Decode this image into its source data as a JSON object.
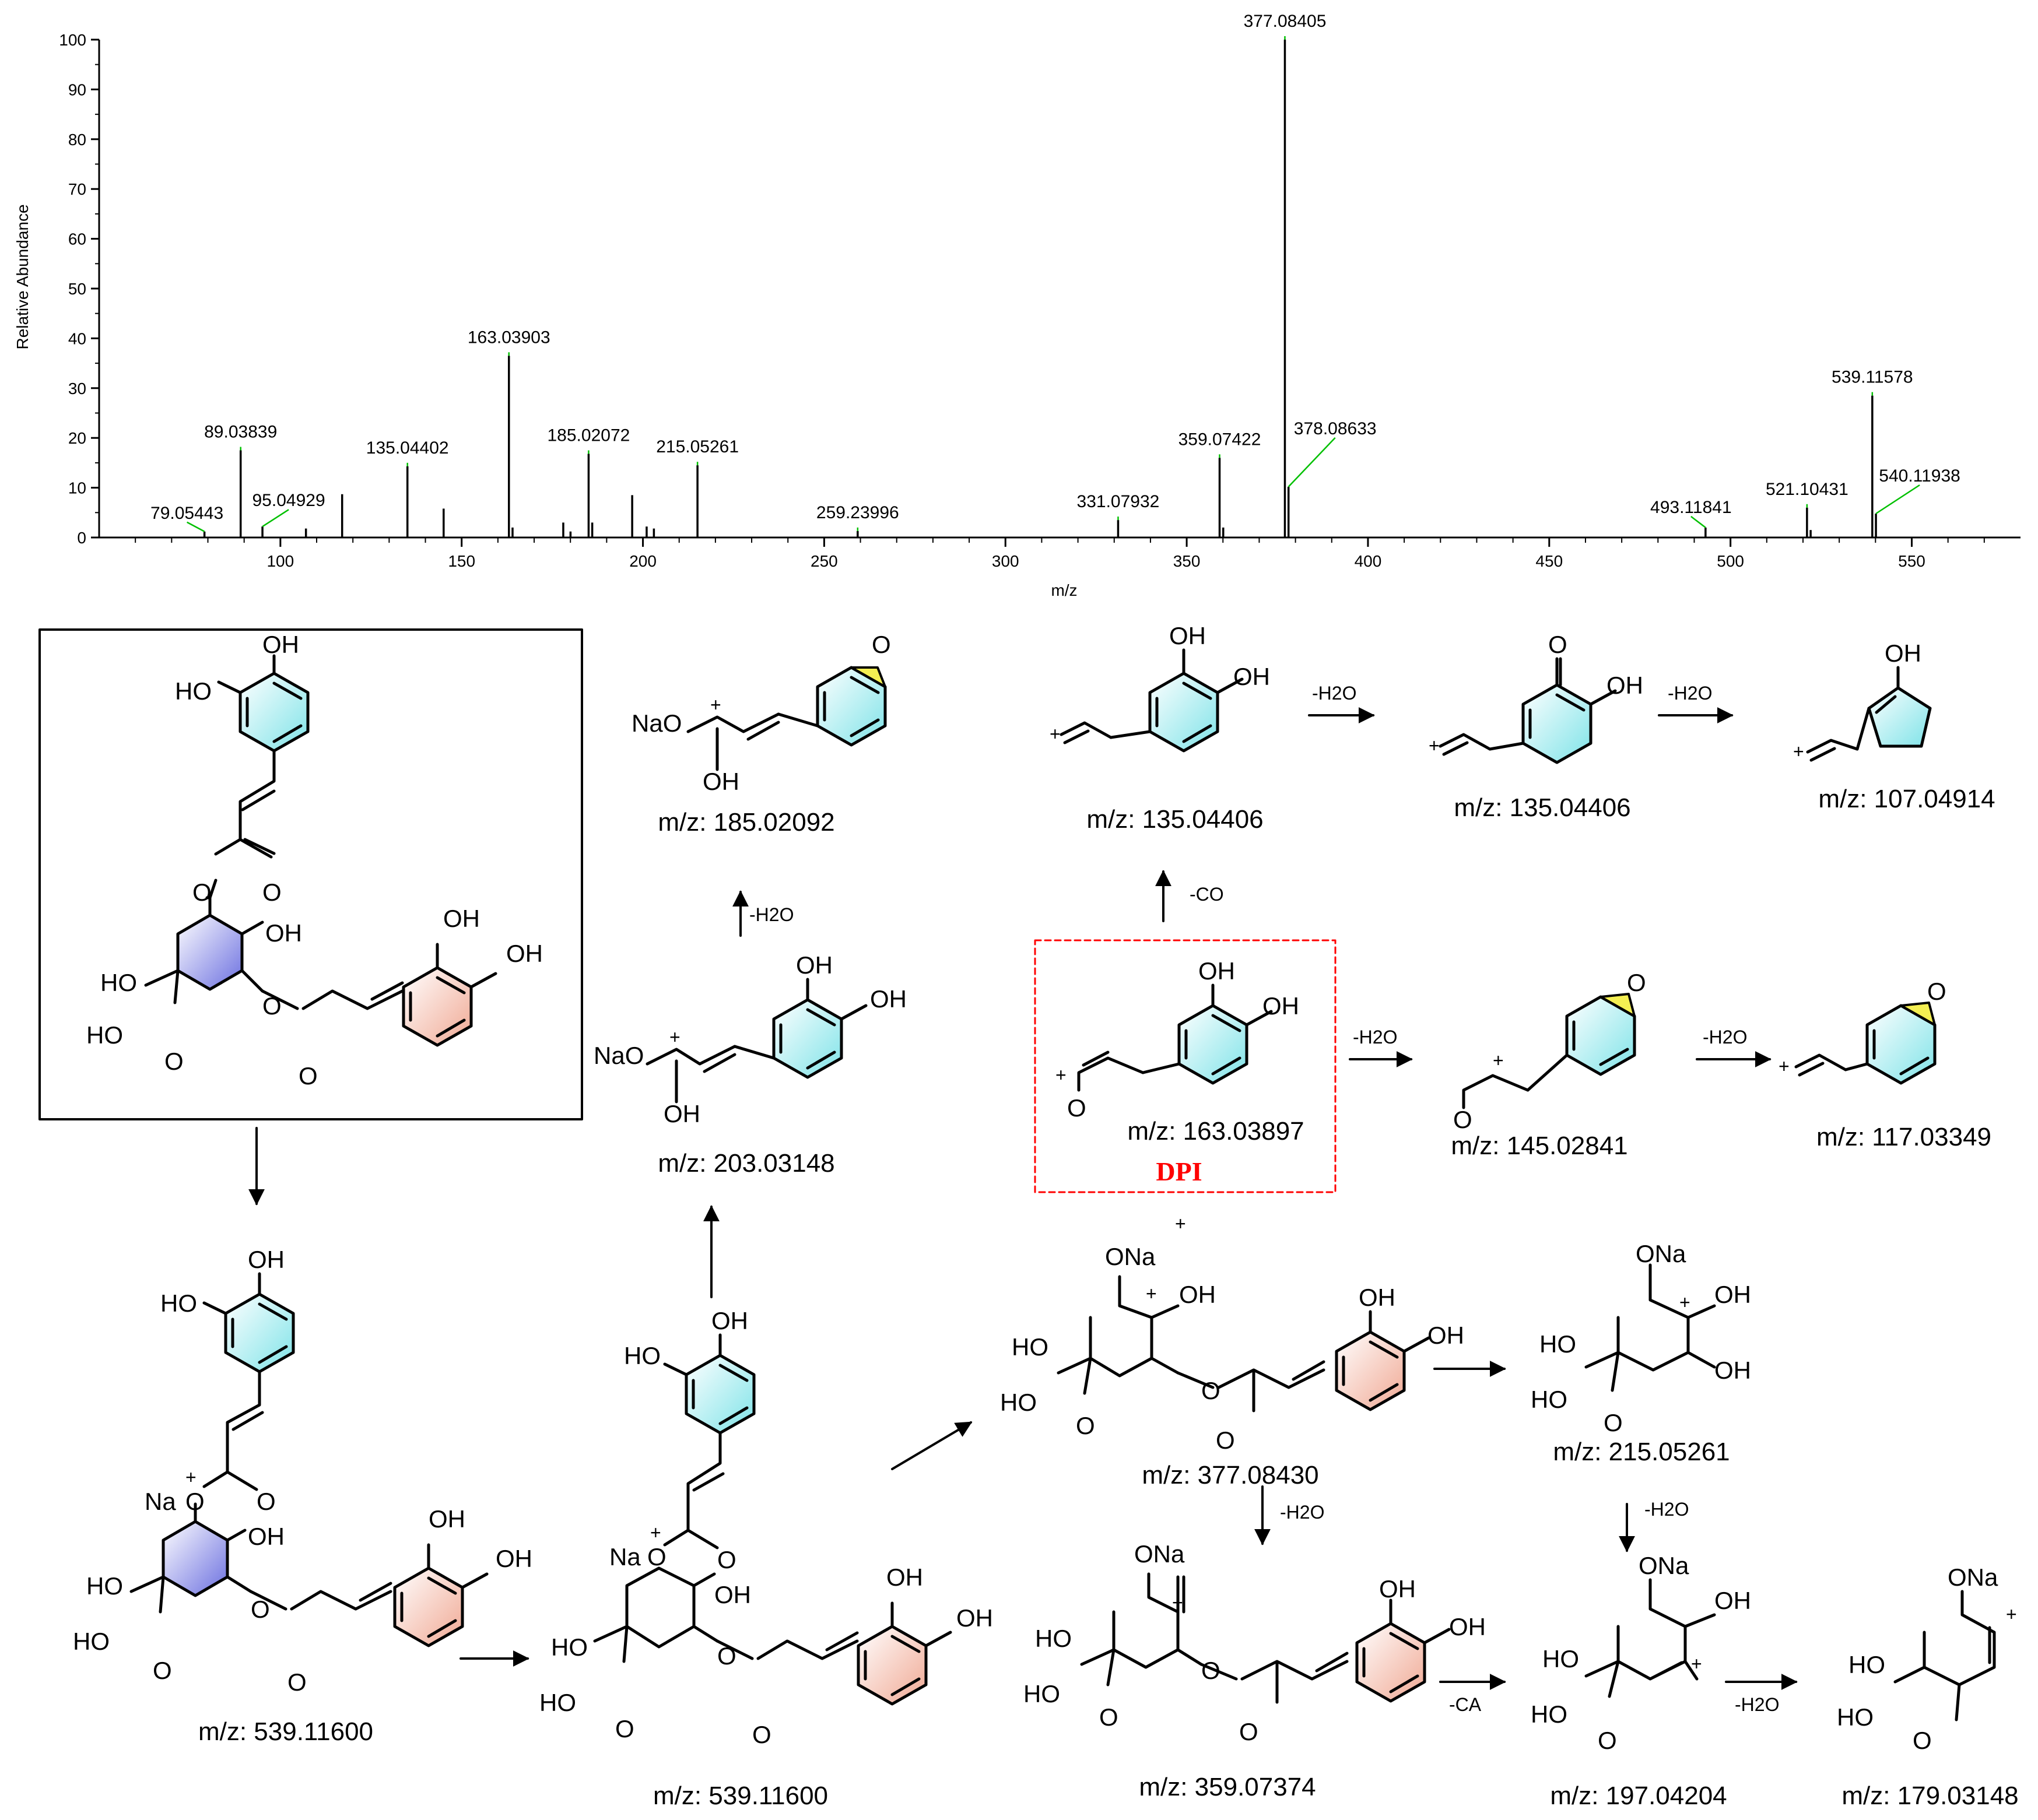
{
  "chart_data": {
    "type": "bar",
    "xlabel": "m/z",
    "ylabel": "Relative Abundance",
    "xlim": [
      50,
      580
    ],
    "ylim": [
      0,
      100
    ],
    "x_ticks": [
      100,
      150,
      200,
      250,
      300,
      350,
      400,
      450,
      500,
      550
    ],
    "y_ticks": [
      0,
      10,
      20,
      30,
      40,
      50,
      60,
      70,
      80,
      90,
      100
    ],
    "peaks": [
      {
        "x": 79.05443,
        "y": 1.2,
        "label": "79.05443"
      },
      {
        "x": 89.03839,
        "y": 17.5,
        "label": "89.03839"
      },
      {
        "x": 95.04929,
        "y": 2.2,
        "label": "95.04929"
      },
      {
        "x": 107.05,
        "y": 1.8
      },
      {
        "x": 117.03,
        "y": 8.7
      },
      {
        "x": 135.04402,
        "y": 14.3,
        "label": "135.04402"
      },
      {
        "x": 145.03,
        "y": 5.8
      },
      {
        "x": 163.03903,
        "y": 36.5,
        "label": "163.03903"
      },
      {
        "x": 164.04,
        "y": 2.0
      },
      {
        "x": 178.03,
        "y": 3.0
      },
      {
        "x": 180.03,
        "y": 1.2
      },
      {
        "x": 185.02072,
        "y": 16.8,
        "label": "185.02072"
      },
      {
        "x": 186.02,
        "y": 3.0
      },
      {
        "x": 197.04,
        "y": 8.5
      },
      {
        "x": 201.03,
        "y": 2.2
      },
      {
        "x": 203.03,
        "y": 1.8
      },
      {
        "x": 215.05261,
        "y": 14.5,
        "label": "215.05261"
      },
      {
        "x": 259.23996,
        "y": 1.3,
        "label": "259.23996"
      },
      {
        "x": 331.07932,
        "y": 3.5,
        "label": "331.07932"
      },
      {
        "x": 359.07422,
        "y": 16.0,
        "label": "359.07422"
      },
      {
        "x": 360.08,
        "y": 2.0
      },
      {
        "x": 377.08405,
        "y": 100.0,
        "label": "377.08405"
      },
      {
        "x": 378.08633,
        "y": 10.2,
        "label": "378.08633"
      },
      {
        "x": 493.11841,
        "y": 2.0,
        "label": "493.11841"
      },
      {
        "x": 521.10431,
        "y": 6.0,
        "label": "521.10431"
      },
      {
        "x": 522.11,
        "y": 1.5
      },
      {
        "x": 539.11578,
        "y": 28.5,
        "label": "539.11578"
      },
      {
        "x": 540.11938,
        "y": 4.8,
        "label": "540.11938"
      }
    ]
  },
  "scheme": {
    "mz_labels": {
      "m539_a": "m/z: 539.11600",
      "m539_b": "m/z: 539.11600",
      "m203": "m/z: 203.03148",
      "m185": "m/z: 185.02092",
      "m135_a": "m/z: 135.04406",
      "m135_b": "m/z: 135.04406",
      "m107": "m/z: 107.04914",
      "m163": "m/z: 163.03897",
      "m145": "m/z: 145.02841",
      "m117": "m/z: 117.03349",
      "m377": "m/z: 377.08430",
      "m215": "m/z: 215.05261",
      "m359": "m/z: 359.07374",
      "m197": "m/z: 197.04204",
      "m179": "m/z: 179.03148"
    },
    "dpi_label": "DPI",
    "step_labels": {
      "minus_h2o": "-H2O",
      "minus_co": "-CO",
      "minus_ca": "-CA"
    },
    "atoms": {
      "oh": "OH",
      "ho": "HO",
      "o": "O",
      "ona": "ONa",
      "nao": "NaO",
      "na": "Na",
      "plus": "+"
    },
    "colors": {
      "cyan_ring": "#8ee6ea",
      "blue_ring": "#7f82e6",
      "salmon_ring": "#f3b8a7",
      "yellow_epoxide": "#f4ef52",
      "dpi_red": "#ff0000",
      "annotation_green": "#00c000"
    }
  }
}
